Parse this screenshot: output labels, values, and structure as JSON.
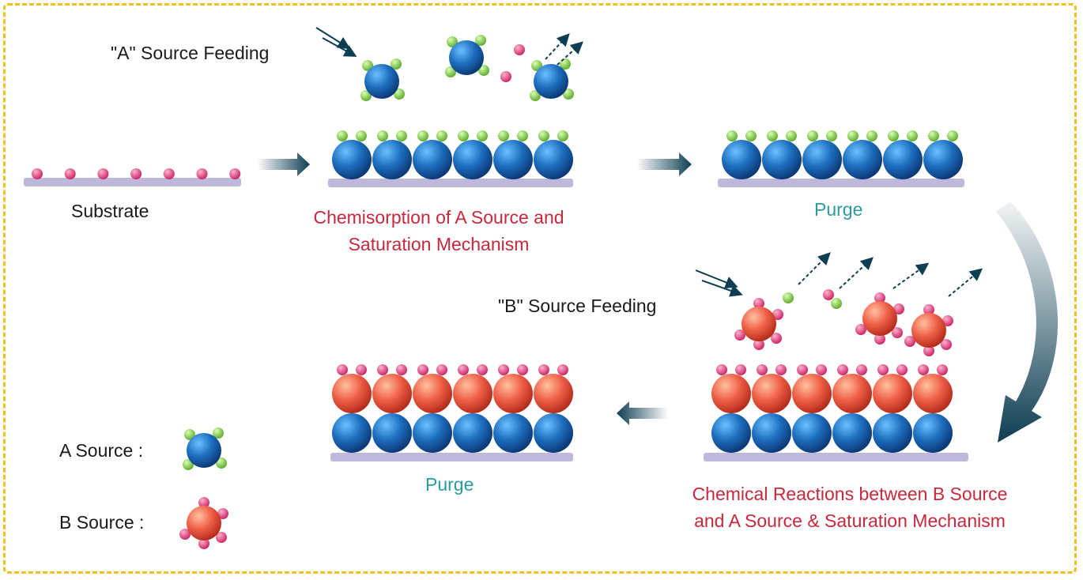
{
  "labels": {
    "a_feeding": "\"A\" Source Feeding",
    "b_feeding": "\"B\" Source Feeding",
    "substrate": "Substrate",
    "chemisorption_line1": "Chemisorption of A Source and",
    "chemisorption_line2": "Saturation Mechanism",
    "purge_top": "Purge",
    "purge_bottom": "Purge",
    "reaction_line1": "Chemical Reactions between B Source",
    "reaction_line2": "and A Source & Saturation Mechanism"
  },
  "legend": {
    "a_source": "A Source :",
    "b_source": "B Source :"
  },
  "colors": {
    "border": "#f0c020",
    "a_sphere": "#1e6fc0",
    "b_sphere": "#f06048",
    "ligand_a": "#7cc840",
    "ligand_b": "#e0407a",
    "substrate": "#bdb8dc",
    "arrow": "#0e3e52",
    "caption_red": "#c8283c",
    "caption_teal": "#2a9ca0"
  }
}
